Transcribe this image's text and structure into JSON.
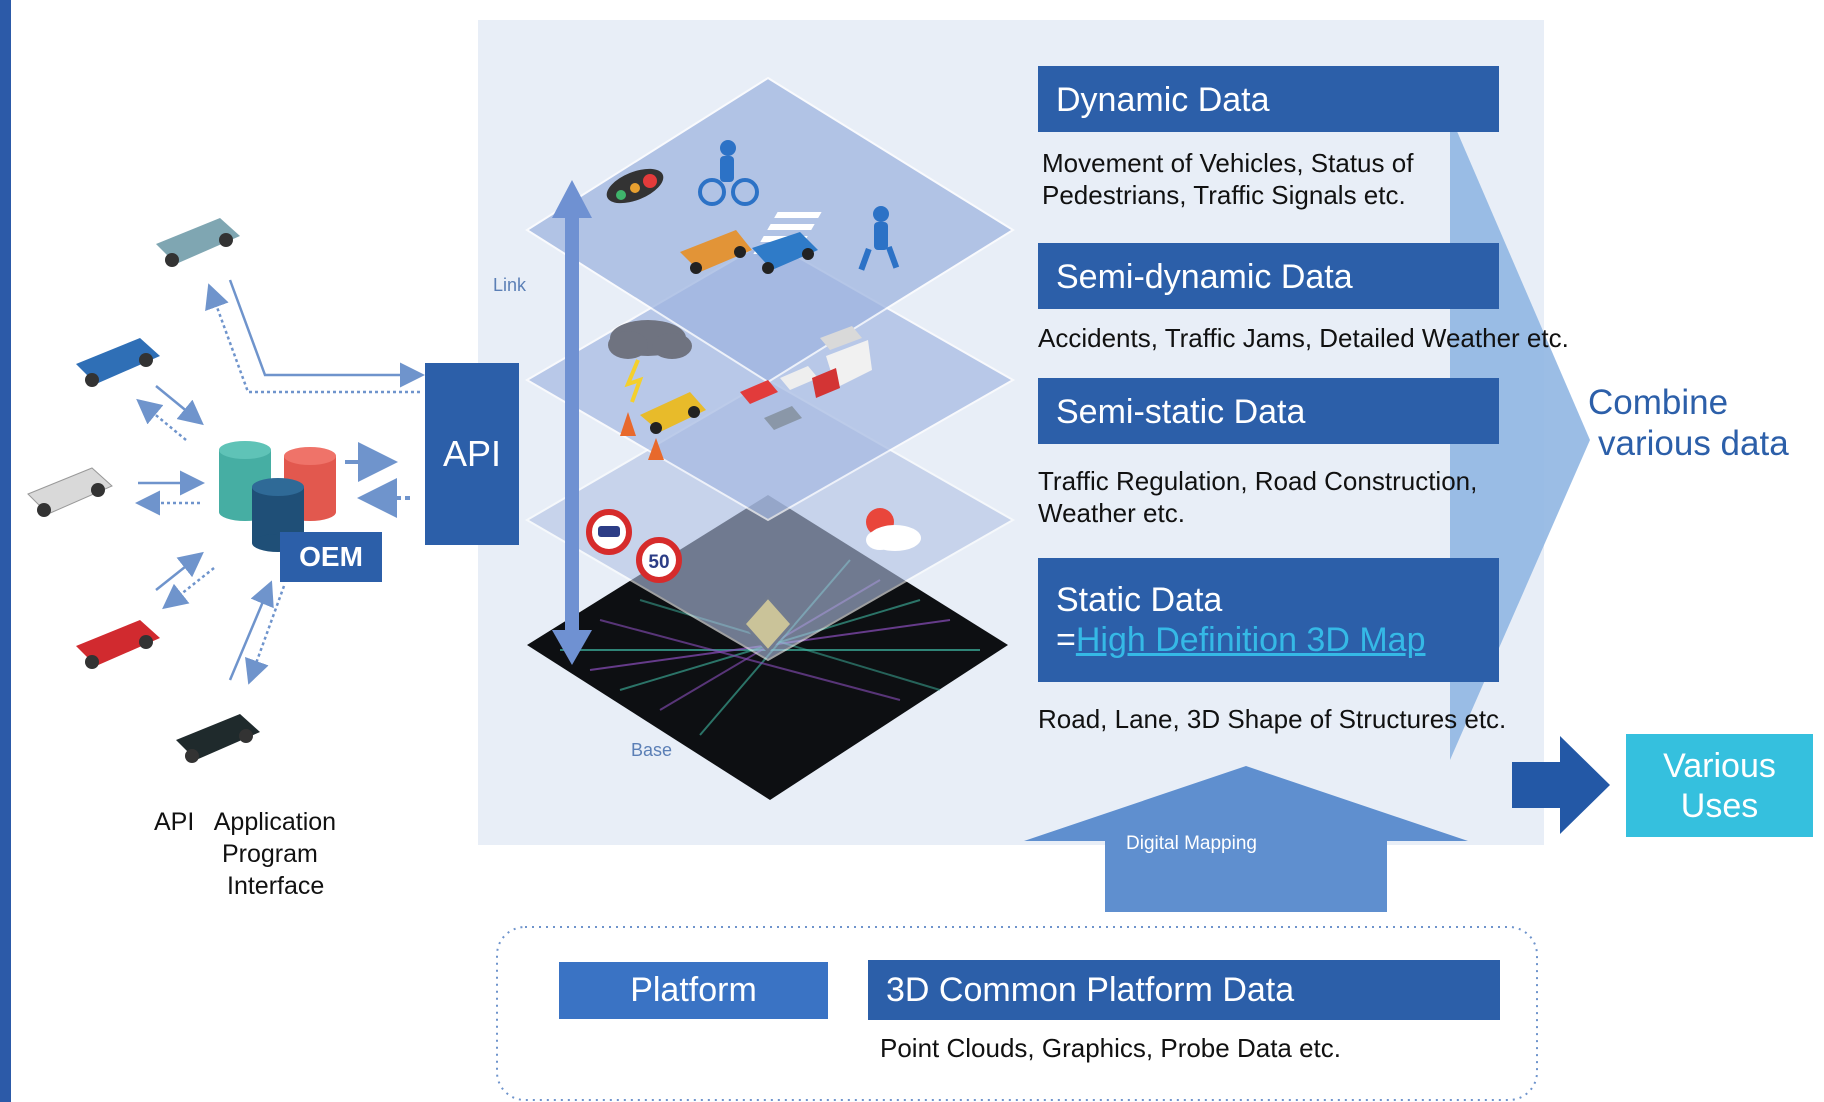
{
  "api_box": {
    "label": "API"
  },
  "oem_box": {
    "label": "OEM"
  },
  "api_caption": {
    "line1": "API   Application",
    "line2": "Program",
    "line3": "Interface"
  },
  "layer_labels": {
    "link": "Link",
    "base": "Base"
  },
  "layers": {
    "dynamic": {
      "title": "Dynamic Data",
      "desc_line1": "Movement of Vehicles, Status of",
      "desc_line2": "Pedestrians, Traffic Signals etc."
    },
    "semi_dynamic": {
      "title": "Semi-dynamic Data",
      "desc": "Accidents, Traffic Jams, Detailed Weather etc."
    },
    "semi_static": {
      "title": "Semi-static Data",
      "desc_line1": "Traffic Regulation, Road Construction,",
      "desc_line2": "Weather etc."
    },
    "static": {
      "title": "Static Data",
      "prefix": "=",
      "link": "High Definition 3D Map",
      "desc": "Road, Lane, 3D Shape of Structures etc."
    }
  },
  "combine": {
    "line1": "Combine",
    "line2": "various data"
  },
  "various_uses": {
    "line1": "Various",
    "line2": "Uses"
  },
  "digital_mapping": "Digital Mapping",
  "platform": {
    "label": "Platform",
    "title": "3D Common Platform Data",
    "desc": "Point Clouds, Graphics, Probe Data etc."
  },
  "road_sign": {
    "speed": "50"
  },
  "colors": {
    "primary": "#2c5fa9",
    "accent": "#35c0de",
    "panel": "#e8eef7",
    "arrow": "#6f94cc"
  }
}
